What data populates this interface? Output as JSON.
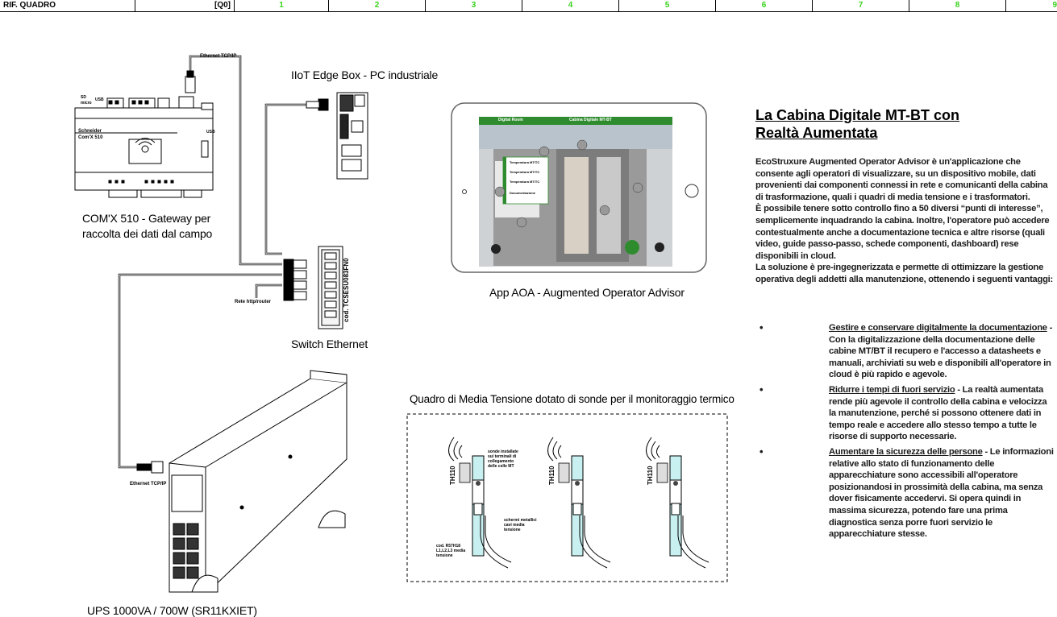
{
  "header": {
    "label": "RIF. QUADRO",
    "ref": "[Q0]",
    "columns": [
      "1",
      "2",
      "3",
      "4",
      "5",
      "6",
      "7",
      "8",
      "9"
    ]
  },
  "captions": {
    "iiot": "IIoT Edge Box - PC industriale",
    "comx_line1": "COM'X 510 - Gateway per",
    "comx_line2": "raccolta dei dati dal campo",
    "app": "App AOA - Augmented Operator Advisor",
    "switch": "Switch Ethernet",
    "mv": "Quadro di Media Tensione dotato di sonde per il monitoraggio termico",
    "ups": "UPS 1000VA / 700W (SR11KXIET)"
  },
  "labels": {
    "ethernet_top": "Ethernet TCP/IP",
    "ethernet_bottom": "Ethernet TCP/IP",
    "rete": "Rete http/router",
    "switch_code": "cod. TCSESU083FN0",
    "comx_brand": "Schneider",
    "comx_model": "Com'X 510",
    "comx_sd": "SD",
    "comx_micro": "micro",
    "comx_usb": "USB",
    "comx_usb2": "USB",
    "probe_tag": "TH110",
    "probe_note1": "sonde installate sui terminali di collegamento delle celle MT",
    "probe_note2": "cod. R57H18 L1,L2,L3 media tensione",
    "probe_note3": "schermi metallici cavi media tensione"
  },
  "tablet": {
    "bar_title": "Cabina Digitale MT-BT",
    "bar_sub": "Digital Room",
    "menu_items": [
      "Temperatura MT/TC",
      "Temperatura MT/TC",
      "Temperatura MT/TC",
      "Documentazione"
    ]
  },
  "text": {
    "title": "La Cabina Digitale MT-BT con Realtà Aumentata",
    "para1": "EcoStruxure Augmented Operator Advisor è un'applicazione  che consente agli operatori di visualizzare, su un dispositivo mobile, dati provenienti dai componenti connessi in rete e comunicanti della cabina di trasformazione, quali i quadri di media tensione e i trasformatori.",
    "para2": "È  possibile tenere sotto controllo fino a 50 diversi “punti di interesse”, semplicemente inquadrando la cabina. Inoltre, l'operatore può accedere contestualmente anche a documentazione tecnica e altre risorse (quali video, guide passo-passo, schede componenti, dashboard) rese disponibili in cloud.",
    "para3": "La soluzione è pre-ingegnerizzata e permette di ottimizzare la gestione operativa degli addetti alla manutenzione, ottenendo i seguenti vantaggi:",
    "bullet_symbol": "•",
    "bullets": [
      {
        "head": "Gestire e conservare digitalmente la documentazione",
        "body": " - Con la digitalizzazione della documentazione delle cabine MT/BT il recupero e l'accesso a datasheets e manuali, archiviati su web e disponibili all'operatore in cloud è più rapido e agevole."
      },
      {
        "head": "Ridurre i tempi di fuori servizio",
        "body": "  -  La realtà aumentata rende più agevole il controllo della cabina e velocizza la manutenzione, perché si possono ottenere dati in tempo reale e accedere allo stesso tempo a tutte le risorse di supporto necessarie."
      },
      {
        "head": "Aumentare la sicurezza delle persone",
        "body": " - Le informazioni relative allo stato di funzionamento delle apparecchiature sono accessibili all'operatore posizionandosi in prossimità della cabina, ma senza dover fisicamente accedervi. Si opera quindi in massima sicurezza, potendo fare una prima diagnostica senza porre fuori servizio le apparecchiature stesse."
      }
    ]
  },
  "colors": {
    "header_numbers": "#39d21b",
    "probe_fill": "#c8f0f0",
    "app_green": "#2e8b2e"
  }
}
